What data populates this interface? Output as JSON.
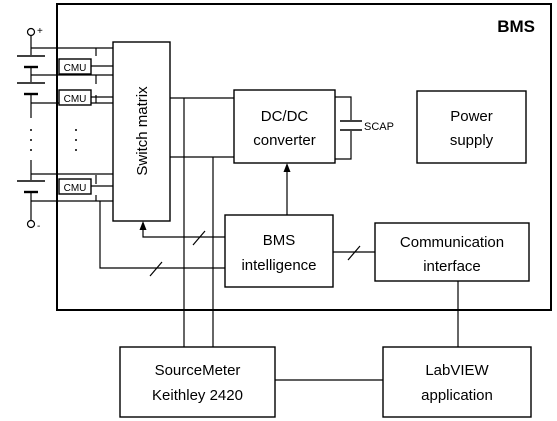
{
  "bms_label": "BMS",
  "switch_matrix": "Switch matrix",
  "dcdc": [
    "DC/DC",
    "converter"
  ],
  "scap": "SCAP",
  "power_supply": [
    "Power",
    "supply"
  ],
  "bms_intelligence": [
    "BMS",
    "intelligence"
  ],
  "comm_interface": [
    "Communication",
    "interface"
  ],
  "sourcemeter": [
    "SourceMeter",
    "Keithley 2420"
  ],
  "labview": [
    "LabVIEW",
    "application"
  ],
  "cmu": "CMU",
  "terminal_plus": "+",
  "terminal_minus": "-"
}
